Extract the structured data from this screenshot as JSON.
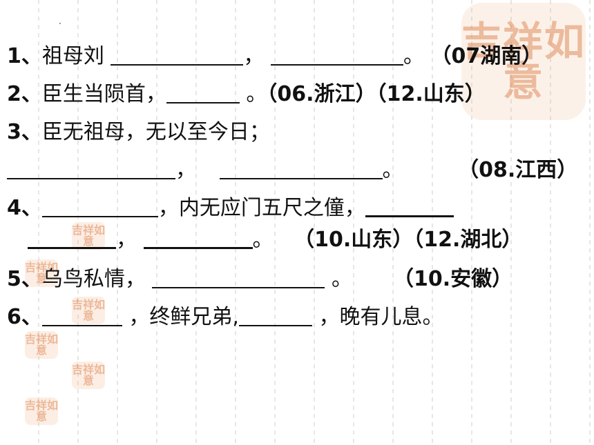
{
  "seal_text": "吉祥如意",
  "lines": [
    {
      "num": "1、",
      "t1": "祖母刘",
      "t2": "，",
      "t3": "。",
      "src": "（07湖南）"
    },
    {
      "num": "2、",
      "t1": "臣生当陨首，",
      "t2": "。",
      "src": "（06.浙江）（12.山东）"
    },
    {
      "num": "3、",
      "t1": "臣无祖母，无以至今日；"
    },
    {
      "t1": "，",
      "t2": "。",
      "src": "（08.江西）"
    },
    {
      "num": "4、",
      "t1": "，内无应门五尺之僮，"
    },
    {
      "t1": "，",
      "t2": "。",
      "src": "（10.山东）（12.湖北）"
    },
    {
      "num": "5、",
      "t1": "乌鸟私情，",
      "t2": "。",
      "src": "（10.安徽）"
    },
    {
      "num": "6、",
      "t1": "，终鲜兄弟,",
      "t2": "，晚有儿息。"
    }
  ]
}
